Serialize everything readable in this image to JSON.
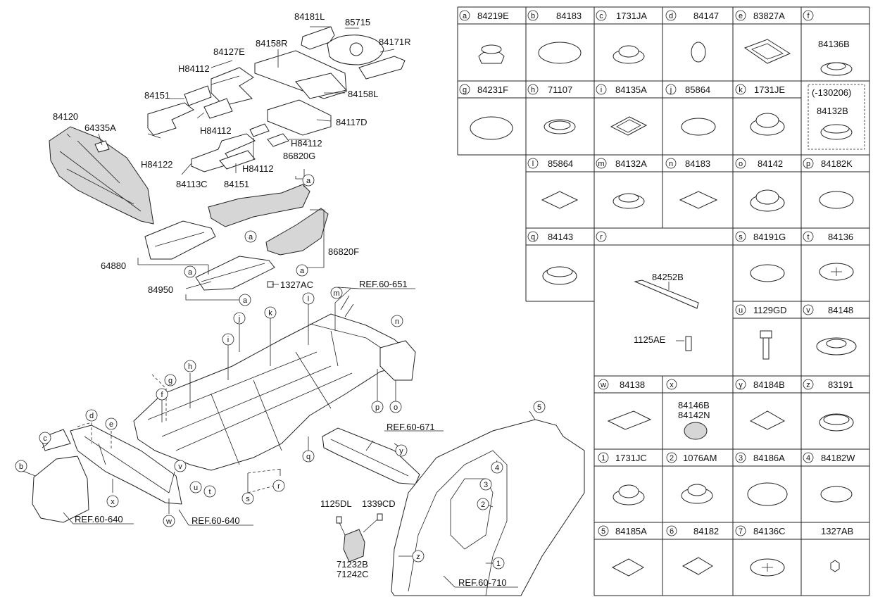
{
  "callouts": {
    "p84181L": "84181L",
    "p85715": "85715",
    "p84171R": "84171R",
    "p84127E": "84127E",
    "p84158R": "84158R",
    "pH84112a": "H84112",
    "p84158L": "84158L",
    "p84151a": "84151",
    "p84117D": "84117D",
    "p84120": "84120",
    "p64335A": "64335A",
    "pH84112b": "H84112",
    "pH84112c": "H84112",
    "pH84122": "H84122",
    "pH84112d": "H84112",
    "p84113C": "84113C",
    "p84151b": "84151",
    "p86820G": "86820G",
    "p86820F": "86820F",
    "p64880": "64880",
    "p84950": "84950",
    "p1327AC": "1327AC",
    "p1125DL": "1125DL",
    "p1339CD": "1339CD",
    "p71232B": "71232B",
    "p71242C": "71242C"
  },
  "refs": {
    "r651": "REF.60-651",
    "r671": "REF.60-671",
    "r640a": "REF.60-640",
    "r640b": "REF.60-640",
    "r710": "REF.60-710"
  },
  "letters": {
    "a1": "a",
    "a2": "a",
    "a3": "a",
    "a4": "a",
    "a5": "a",
    "b": "b",
    "c": "c",
    "d": "d",
    "e": "e",
    "f": "f",
    "g": "g",
    "h": "h",
    "i": "i",
    "j": "j",
    "k": "k",
    "l": "l",
    "m": "m",
    "n": "n",
    "o": "o",
    "p": "p",
    "q": "q",
    "r": "r",
    "s": "s",
    "t": "t",
    "u": "u",
    "v": "v",
    "w": "w",
    "x": "x",
    "y": "y",
    "z": "z",
    "n1": "1",
    "n2": "2",
    "n3": "3",
    "n4": "4",
    "n5": "5"
  },
  "table": {
    "c_a": {
      "code": "a",
      "part": "84219E"
    },
    "c_b": {
      "code": "b",
      "part": "84183"
    },
    "c_c": {
      "code": "c",
      "part": "1731JA"
    },
    "c_d": {
      "code": "d",
      "part": "84147"
    },
    "c_e": {
      "code": "e",
      "part": "83827A"
    },
    "c_f": {
      "code": "f",
      "part": "84136B",
      "note": "(-130206)",
      "part2": "84132B"
    },
    "c_g": {
      "code": "g",
      "part": "84231F"
    },
    "c_h": {
      "code": "h",
      "part": "71107"
    },
    "c_i": {
      "code": "i",
      "part": "84135A"
    },
    "c_j": {
      "code": "j",
      "part": "85864"
    },
    "c_k": {
      "code": "k",
      "part": "1731JE"
    },
    "c_l": {
      "code": "l",
      "part": "85864"
    },
    "c_m": {
      "code": "m",
      "part": "84132A"
    },
    "c_n": {
      "code": "n",
      "part": "84183"
    },
    "c_o": {
      "code": "o",
      "part": "84142"
    },
    "c_p": {
      "code": "p",
      "part": "84182K"
    },
    "c_q": {
      "code": "q",
      "part": "84143"
    },
    "c_r": {
      "code": "r",
      "part": "84252B",
      "part2": "1125AE"
    },
    "c_s": {
      "code": "s",
      "part": "84191G"
    },
    "c_t": {
      "code": "t",
      "part": "84136"
    },
    "c_u": {
      "code": "u",
      "part": "1129GD"
    },
    "c_v": {
      "code": "v",
      "part": "84148"
    },
    "c_w": {
      "code": "w",
      "part": "84138"
    },
    "c_x": {
      "code": "x",
      "part": "84146B",
      "part2": "84142N"
    },
    "c_y": {
      "code": "y",
      "part": "84184B"
    },
    "c_z": {
      "code": "z",
      "part": "83191"
    },
    "c_1": {
      "code": "1",
      "part": "1731JC"
    },
    "c_2": {
      "code": "2",
      "part": "1076AM"
    },
    "c_3": {
      "code": "3",
      "part": "84186A"
    },
    "c_4": {
      "code": "4",
      "part": "84182W"
    },
    "c_5": {
      "code": "5",
      "part": "84185A"
    },
    "c_6": {
      "code": "6",
      "part": "84182"
    },
    "c_7": {
      "code": "7",
      "part": "84136C"
    },
    "c_8": {
      "code": "",
      "part": "1327AB"
    }
  }
}
